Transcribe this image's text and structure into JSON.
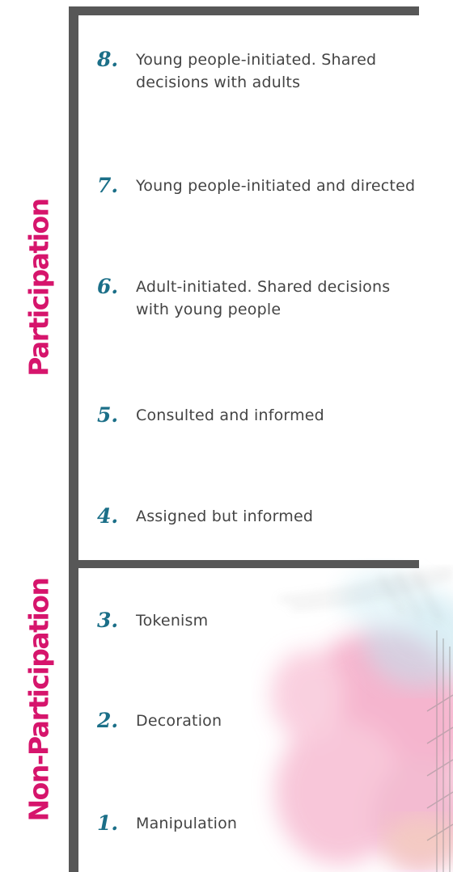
{
  "sections": {
    "participation": "Participation",
    "non_participation": "Non-Participation"
  },
  "rungs": [
    {
      "number": "8.",
      "text": "Young people-initiated. Shared decisions with adults"
    },
    {
      "number": "7.",
      "text": "Young people-initiated and directed"
    },
    {
      "number": "6.",
      "text": "Adult-initiated. Shared decisions with young people"
    },
    {
      "number": "5.",
      "text": "Consulted and informed"
    },
    {
      "number": "4.",
      "text": "Assigned but informed"
    },
    {
      "number": "3.",
      "text": "Tokenism"
    },
    {
      "number": "2.",
      "text": "Decoration"
    },
    {
      "number": "1.",
      "text": "Manipulation"
    }
  ],
  "colors": {
    "section_label": "#d6156c",
    "rung_number": "#1b6f88",
    "rung_text": "#444444",
    "ladder": "#575757",
    "watercolor_pink": "#f2a6c4",
    "watercolor_blue": "#bfe3ee"
  }
}
